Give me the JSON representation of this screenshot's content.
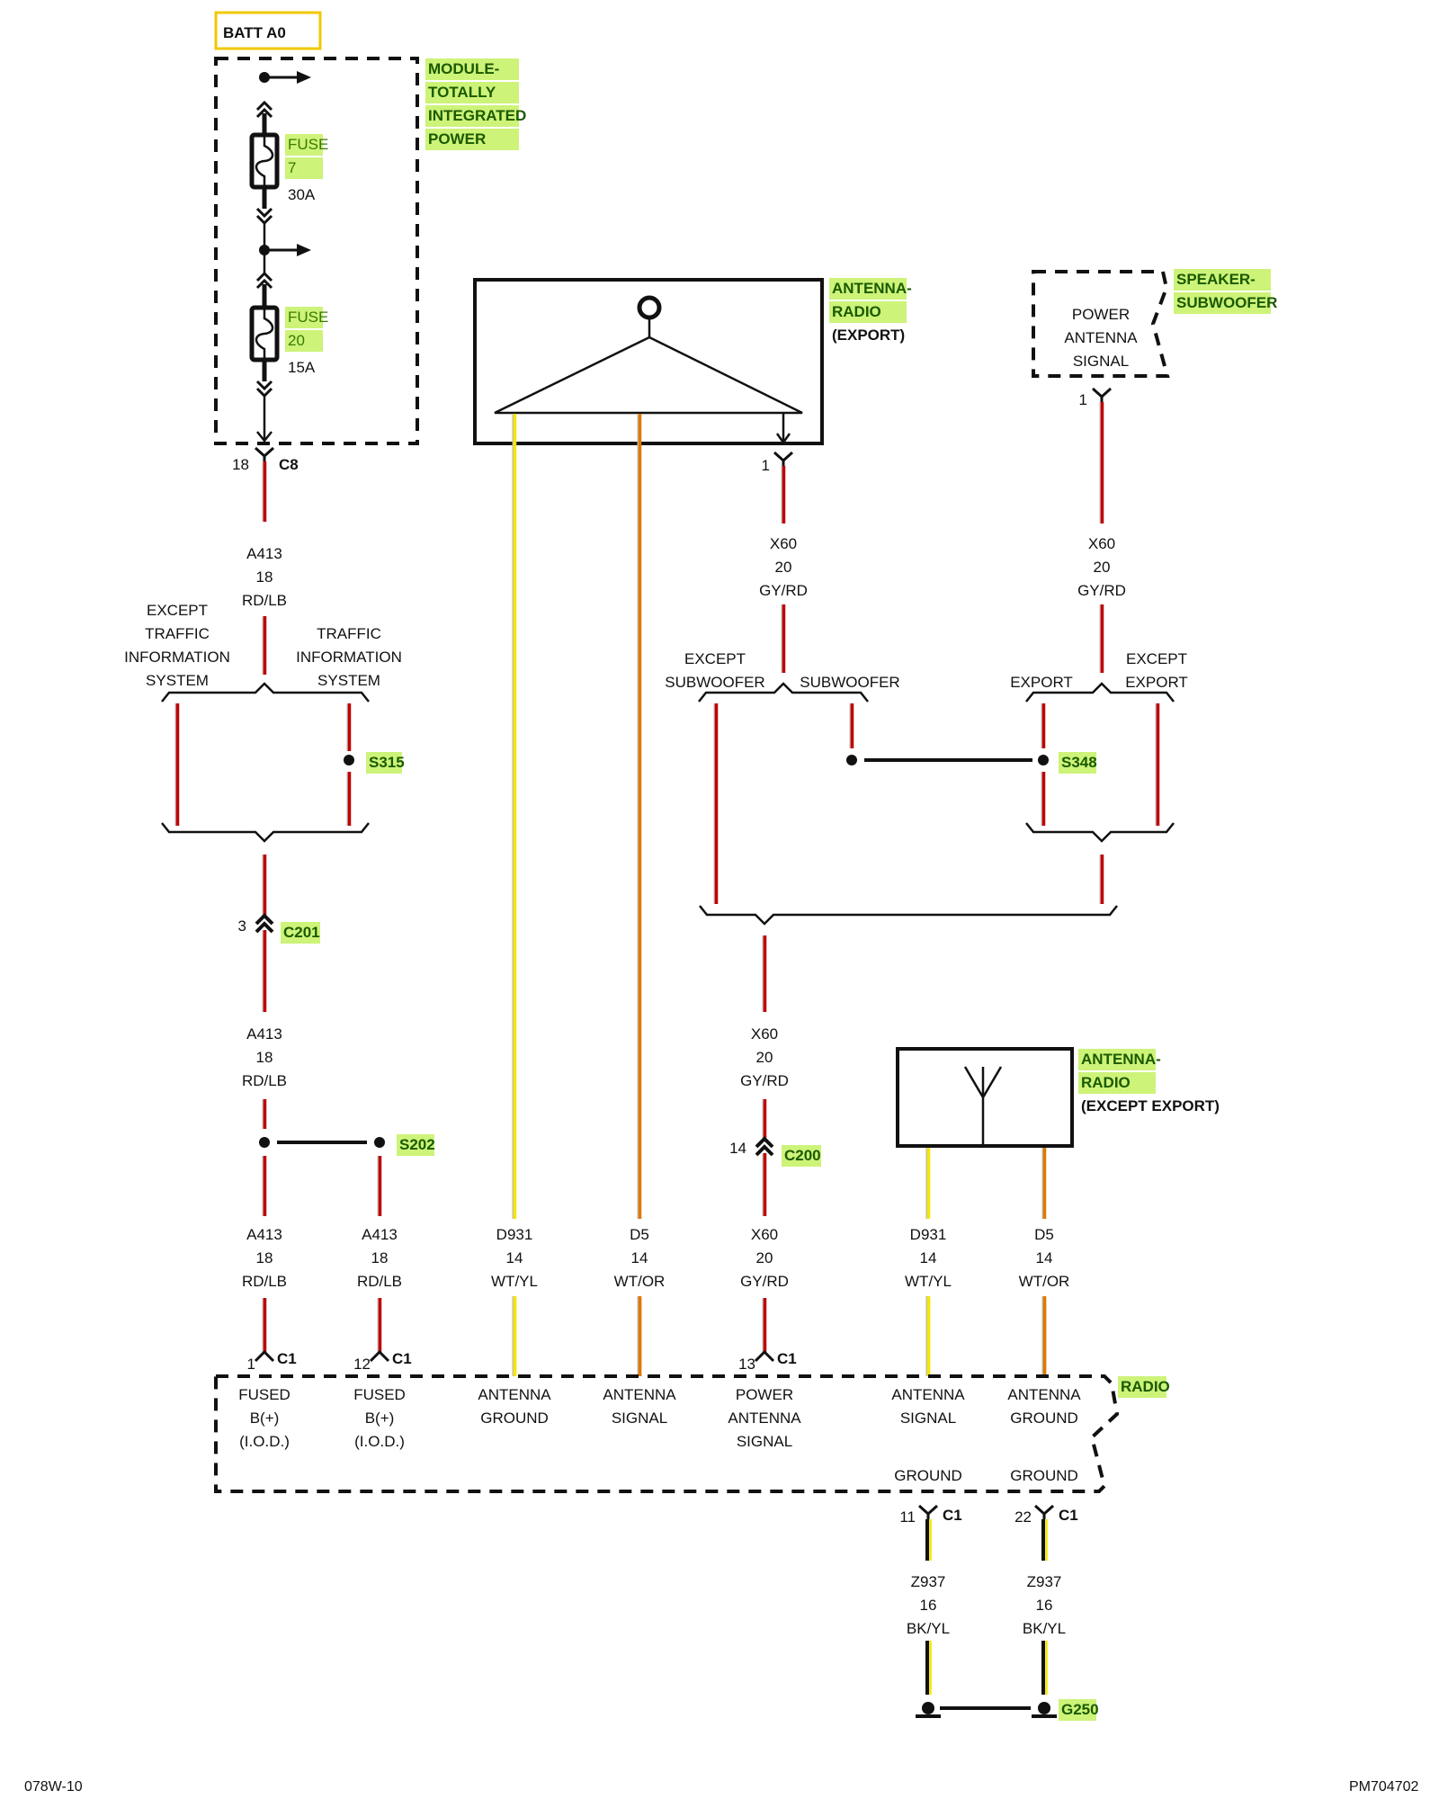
{
  "header": {
    "batt_label": "BATT A0"
  },
  "components": {
    "tipm": {
      "name_lines": [
        "MODULE-",
        "TOTALLY",
        "INTEGRATED",
        "POWER"
      ]
    },
    "fuses": [
      {
        "label": "FUSE",
        "number": "7",
        "rating": "30A"
      },
      {
        "label": "FUSE",
        "number": "20",
        "rating": "15A"
      }
    ],
    "antenna_export": {
      "name_lines": [
        "ANTENNA-",
        "RADIO"
      ],
      "qualifier": "(EXPORT)"
    },
    "speaker_subwoofer": {
      "name_lines": [
        "SPEAKER-",
        "SUBWOOFER"
      ],
      "pin_desc_lines": [
        "POWER",
        "ANTENNA",
        "SIGNAL"
      ]
    },
    "antenna_except_export": {
      "name_lines": [
        "ANTENNA-",
        "RADIO"
      ],
      "qualifier": "(EXCEPT EXPORT)"
    },
    "radio": {
      "name": "RADIO",
      "pins_top": [
        {
          "lines": [
            "FUSED",
            "B(+)",
            "(I.O.D.)"
          ]
        },
        {
          "lines": [
            "FUSED",
            "B(+)",
            "(I.O.D.)"
          ]
        },
        {
          "lines": [
            "ANTENNA",
            "GROUND"
          ]
        },
        {
          "lines": [
            "ANTENNA",
            "SIGNAL"
          ]
        },
        {
          "lines": [
            "POWER",
            "ANTENNA",
            "SIGNAL"
          ]
        },
        {
          "lines": [
            "ANTENNA",
            "SIGNAL"
          ]
        },
        {
          "lines": [
            "ANTENNA",
            "GROUND"
          ]
        }
      ],
      "pins_bottom": [
        {
          "lines": [
            "GROUND"
          ]
        },
        {
          "lines": [
            "GROUND"
          ]
        }
      ]
    }
  },
  "connectors": {
    "c8": {
      "pin": "18",
      "name": "C8"
    },
    "antenna_pin": {
      "pin": "1"
    },
    "speaker_pin": {
      "pin": "1"
    },
    "c201": {
      "pin": "3",
      "name": "C201"
    },
    "c200": {
      "pin": "14",
      "name": "C200"
    },
    "radio_c1": [
      {
        "pin": "1",
        "name": "C1"
      },
      {
        "pin": "12",
        "name": "C1"
      },
      {
        "pin": "13",
        "name": "C1"
      },
      {
        "pin": "11",
        "name": "C1"
      },
      {
        "pin": "22",
        "name": "C1"
      }
    ]
  },
  "splices": {
    "s315": "S315",
    "s348": "S348",
    "s202": "S202"
  },
  "ground": {
    "name": "G250"
  },
  "options": {
    "except_tis": [
      "EXCEPT",
      "TRAFFIC",
      "INFORMATION",
      "SYSTEM"
    ],
    "tis": [
      "TRAFFIC",
      "INFORMATION",
      "SYSTEM"
    ],
    "except_sub": [
      "EXCEPT",
      "SUBWOOFER"
    ],
    "sub": [
      "SUBWOOFER"
    ],
    "export": [
      "EXPORT"
    ],
    "except_export": [
      "EXCEPT",
      "EXPORT"
    ]
  },
  "wires": {
    "a413_top": [
      "A413",
      "18",
      "RD/LB"
    ],
    "x60_ant": [
      "X60",
      "20",
      "GY/RD"
    ],
    "x60_spk": [
      "X60",
      "20",
      "GY/RD"
    ],
    "a413_mid": [
      "A413",
      "18",
      "RD/LB"
    ],
    "x60_mid": [
      "X60",
      "20",
      "GY/RD"
    ],
    "bottom": [
      [
        "A413",
        "18",
        "RD/LB"
      ],
      [
        "A413",
        "18",
        "RD/LB"
      ],
      [
        "D931",
        "14",
        "WT/YL"
      ],
      [
        "D5",
        "14",
        "WT/OR"
      ],
      [
        "X60",
        "20",
        "GY/RD"
      ],
      [
        "D931",
        "14",
        "WT/YL"
      ],
      [
        "D5",
        "14",
        "WT/OR"
      ]
    ],
    "ground": [
      [
        "Z937",
        "16",
        "BK/YL"
      ],
      [
        "Z937",
        "16",
        "BK/YL"
      ]
    ]
  },
  "colors": {
    "red_wire": "#c00000",
    "yellow_wire": "#f5e600",
    "orange_wire": "#e07800",
    "highlight": "#c8f26a",
    "batt_box": "#f0c800"
  },
  "footer": {
    "left": "078W-10",
    "right": "PM704702"
  }
}
